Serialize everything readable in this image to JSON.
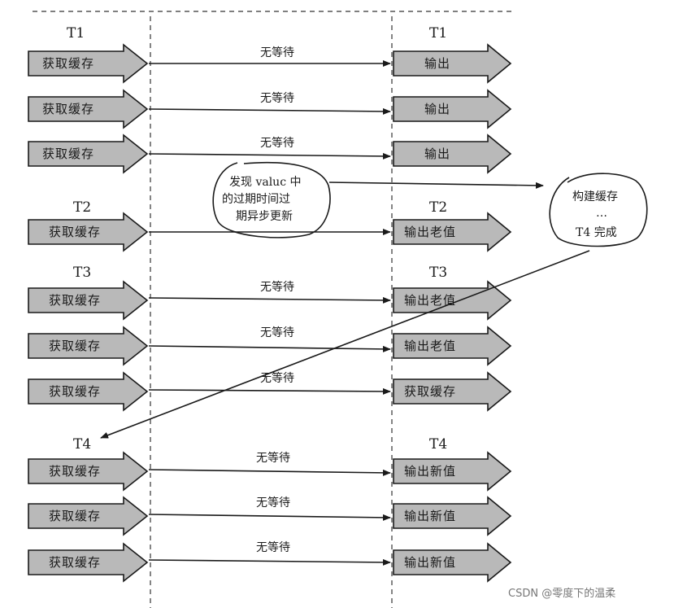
{
  "threads": {
    "t1_left": "T1",
    "t1_right": "T1",
    "t2_left": "T2",
    "t2_right": "T2",
    "t3_left": "T3",
    "t3_right": "T3",
    "t4_left": "T4",
    "t4_right": "T4"
  },
  "rows": [
    {
      "left": "获取缓存",
      "flow": "无等待",
      "right": "输出"
    },
    {
      "left": "获取缓存",
      "flow": "无等待",
      "right": "输出"
    },
    {
      "left": "获取缓存",
      "flow": "无等待",
      "right": "输出"
    },
    {
      "left": "获取缓存",
      "flow": "",
      "right": "输出老值"
    },
    {
      "left": "获取缓存",
      "flow": "无等待",
      "right": "输出老值"
    },
    {
      "left": "获取缓存",
      "flow": "无等待",
      "right": "输出老值"
    },
    {
      "left": "获取缓存",
      "flow": "无等待",
      "right": "获取缓存"
    },
    {
      "left": "获取缓存",
      "flow": "无等待",
      "right": "输出新值"
    },
    {
      "left": "获取缓存",
      "flow": "无等待",
      "right": "输出新值"
    },
    {
      "left": "获取缓存",
      "flow": "无等待",
      "right": "输出新值"
    }
  ],
  "note_left": {
    "line1": "发现 valuc 中",
    "line2": "的过期时间过",
    "line3": "期异步更新"
  },
  "note_right": {
    "line1": "构建缓存",
    "line2": "…",
    "line3": "T4 完成"
  },
  "watermark": "CSDN @零度下的温柔"
}
